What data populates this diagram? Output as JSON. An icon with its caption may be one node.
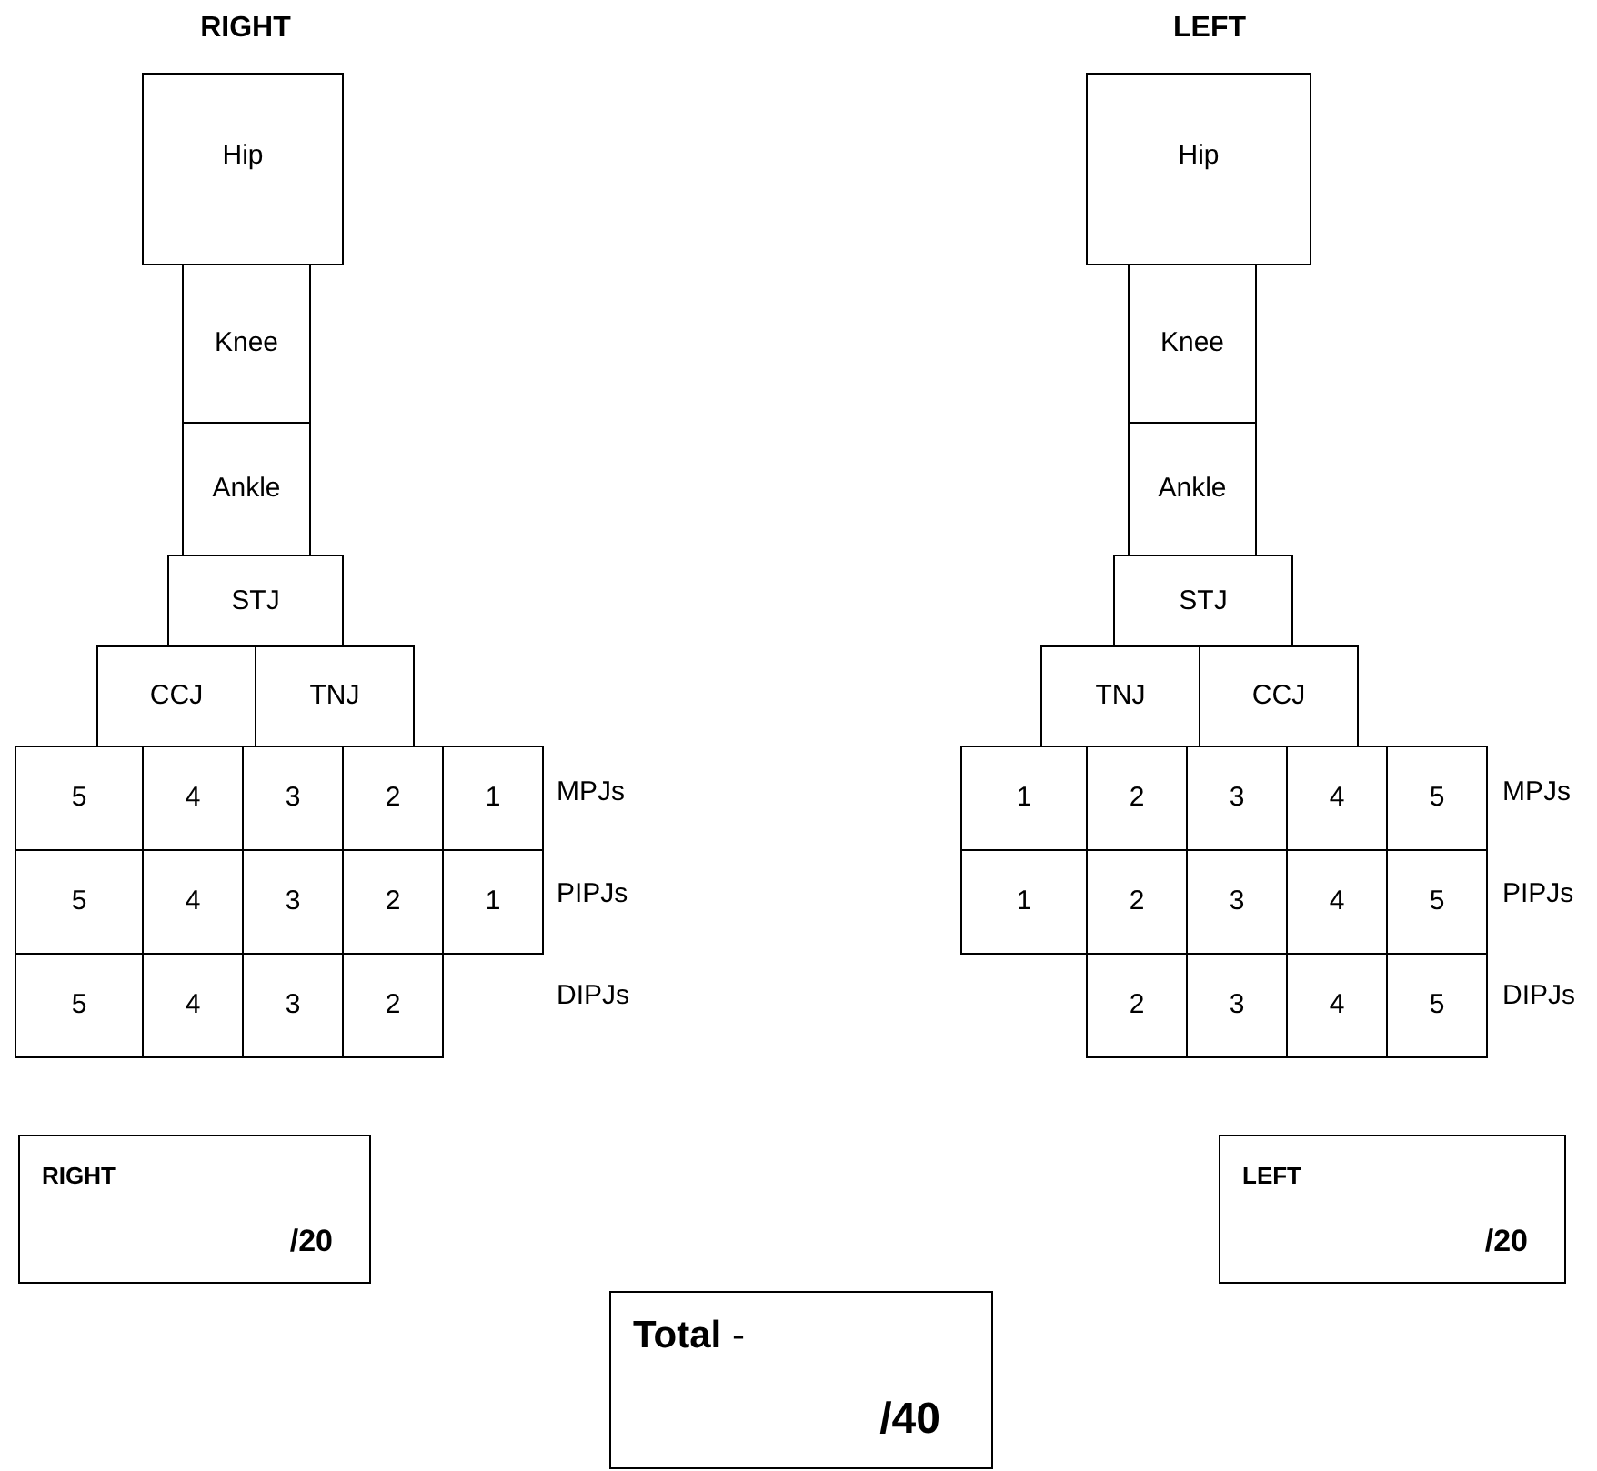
{
  "diagram": {
    "nodes": [
      {
        "text": [
          "Hip"
        ]
      },
      {
        "text": [
          "Knee"
        ]
      },
      {
        "text": [
          "Ankle"
        ]
      },
      {
        "text": [
          "STJ"
        ]
      },
      {
        "text": [
          "CCJ"
        ]
      },
      {
        "text": [
          "TNJ"
        ]
      },
      {
        "text": [
          "5"
        ]
      },
      {
        "text": [
          "4"
        ]
      },
      {
        "text": [
          "3"
        ]
      },
      {
        "text": [
          "2"
        ]
      },
      {
        "text": [
          "1"
        ]
      },
      {
        "text": [
          "5"
        ]
      },
      {
        "text": [
          "4"
        ]
      },
      {
        "text": [
          "3"
        ]
      },
      {
        "text": [
          "2"
        ]
      },
      {
        "text": [
          "1"
        ]
      },
      {
        "text": [
          "5"
        ]
      },
      {
        "text": [
          "4"
        ]
      },
      {
        "text": [
          "3"
        ]
      },
      {
        "text": [
          "2"
        ]
      },
      {
        "text": [
          "Hip"
        ]
      },
      {
        "text": [
          "Knee"
        ]
      },
      {
        "text": [
          "Ankle"
        ]
      },
      {
        "text": [
          "STJ"
        ]
      },
      {
        "text": [
          "TNJ"
        ]
      },
      {
        "text": [
          "CCJ"
        ]
      },
      {
        "text": [
          "1"
        ]
      },
      {
        "text": [
          "2"
        ]
      },
      {
        "text": [
          "3"
        ]
      },
      {
        "text": [
          "4"
        ]
      },
      {
        "text": [
          "5"
        ]
      },
      {
        "text": [
          "1"
        ]
      },
      {
        "text": [
          "2"
        ]
      },
      {
        "text": [
          "3"
        ]
      },
      {
        "text": [
          "4"
        ]
      },
      {
        "text": [
          "5"
        ]
      },
      {
        "text": [
          "2"
        ]
      },
      {
        "text": [
          "3"
        ]
      },
      {
        "text": [
          "4"
        ]
      },
      {
        "text": [
          "5"
        ]
      },
      {
        "text": [
          "RIGHT",
          "/20"
        ]
      },
      {
        "text": [
          "LEFT",
          "/20"
        ]
      },
      {
        "text": [
          "**Total** -",
          "/40"
        ]
      }
    ],
    "labels": [
      "RIGHT",
      "LEFT",
      "MPJs",
      "MPJs",
      "PIPJs",
      "PIPJs",
      "DIPJs",
      "DIPJs"
    ]
  }
}
